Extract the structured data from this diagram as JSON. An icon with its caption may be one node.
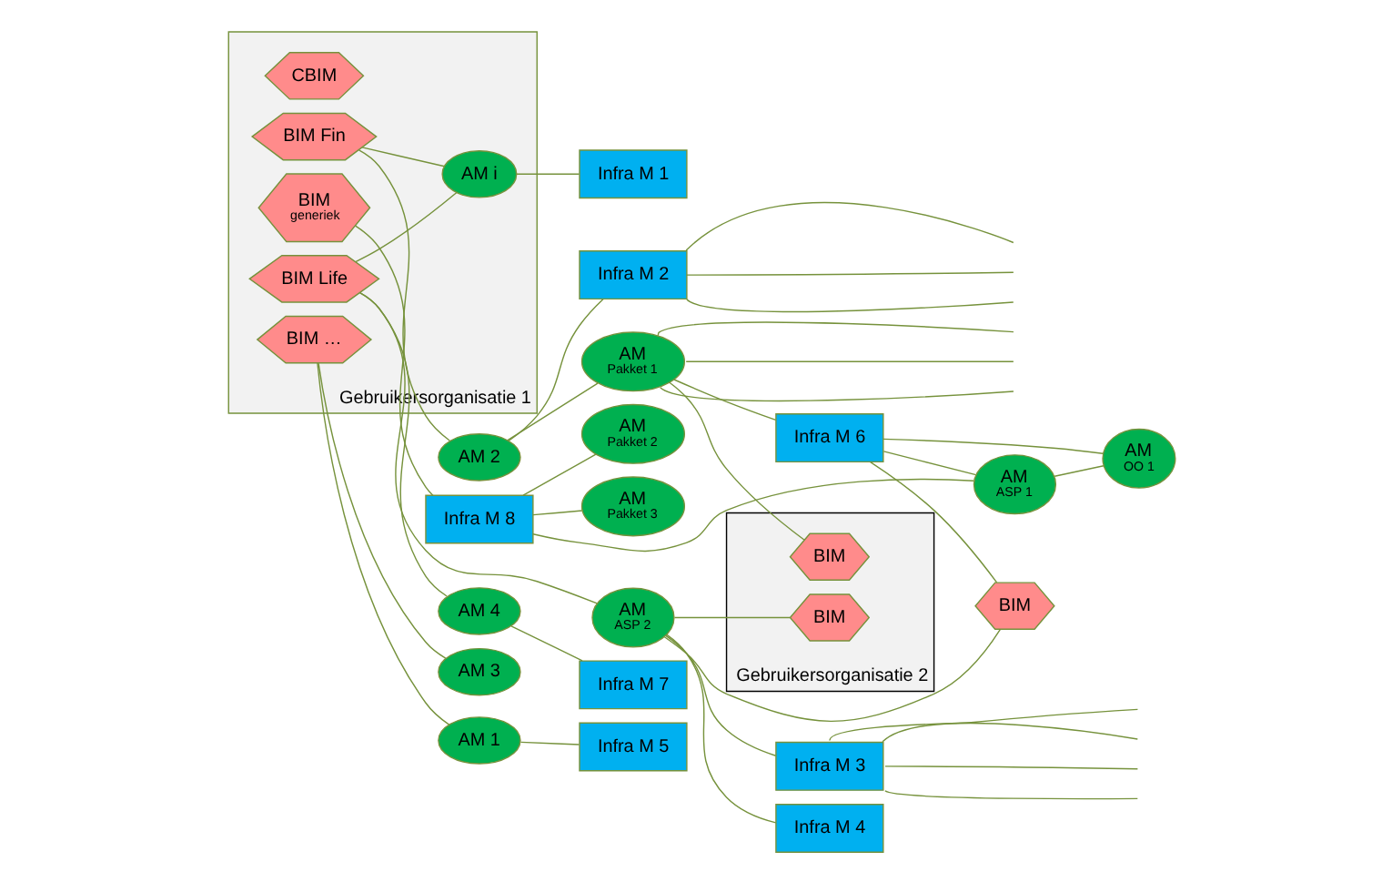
{
  "diagram": {
    "nodes": [
      {
        "text": [
          "Gebruikersorganisatie 1"
        ]
      },
      {
        "text": [
          "CBIM"
        ],
        "in": 0
      },
      {
        "text": [
          "BIM Fin"
        ],
        "in": 0
      },
      {
        "text": [
          "BIM Life"
        ],
        "in": 0
      },
      {
        "text": [
          "BIM …"
        ],
        "in": 0
      },
      {
        "text": [
          "BIM",
          "generiek"
        ],
        "in": 0
      },
      {
        "text": [
          "AM i"
        ],
        "in": 0
      },
      {
        "text": [
          "AM 2"
        ]
      },
      {
        "text": [
          "Infra M 2"
        ]
      },
      {
        "text": [
          "Infra M 1"
        ]
      },
      {
        "text": [
          "AM",
          "Pakket 1"
        ]
      },
      {
        "text": [
          "Infra M 3"
        ]
      },
      {
        "text": [
          "AM",
          "ASP 2"
        ]
      },
      {
        "text": [
          "Infra M 4"
        ]
      },
      {
        "text": [
          "AM 4"
        ]
      },
      {
        "text": [
          "Infra M 7"
        ]
      },
      {
        "text": [
          "AM 3"
        ]
      },
      {
        "text": [
          "Infra M 5"
        ]
      },
      {
        "text": [
          "AM 1"
        ]
      },
      {
        "text": [
          "Infra M 6"
        ]
      },
      {
        "text": [
          "Infra M 8"
        ]
      },
      {
        "text": [
          "AM",
          "ASP 1"
        ]
      },
      {
        "text": [
          "AM",
          "OO 1"
        ]
      },
      {
        "text": [
          "Gebruikersorganisatie 2"
        ]
      },
      {
        "text": [
          "BIM"
        ],
        "in": 23
      },
      {
        "text": [
          "BIM"
        ],
        "in": 23
      },
      {
        "text": [
          "BIM"
        ]
      },
      {
        "text": [
          "AM",
          "Pakket 3"
        ]
      },
      {
        "text": [
          "AM",
          "Pakket 2"
        ]
      }
    ],
    "edges": [
      {
        "from": 2,
        "to": 7,
        "arrow": "none"
      },
      {
        "from": 2,
        "to": 6,
        "arrow": "none"
      },
      {
        "from": 3,
        "to": 6,
        "arrow": "none"
      },
      {
        "from": 3,
        "to": 12,
        "arrow": "none"
      },
      {
        "from": 3,
        "to": 14,
        "arrow": "none"
      },
      {
        "from": 6,
        "to": 9,
        "arrow": "none"
      },
      {
        "from": 7,
        "to": 8,
        "arrow": "none"
      },
      {
        "from": 7,
        "to": 10,
        "arrow": "none"
      },
      {
        "from": 8,
        "to": null,
        "arrow": "none"
      },
      {
        "from": 8,
        "to": null,
        "arrow": "none"
      },
      {
        "from": 8,
        "to": null,
        "arrow": "none"
      },
      {
        "from": 10,
        "to": null,
        "arrow": "none"
      },
      {
        "from": 10,
        "to": null,
        "arrow": "none"
      },
      {
        "from": 10,
        "to": null,
        "arrow": "none"
      },
      {
        "from": 10,
        "to": 24,
        "arrow": "none"
      },
      {
        "from": 10,
        "to": 19,
        "arrow": "none"
      },
      {
        "from": 11,
        "to": null,
        "arrow": "none"
      },
      {
        "from": 11,
        "to": null,
        "arrow": "none"
      },
      {
        "from": 11,
        "to": null,
        "arrow": "none"
      },
      {
        "from": 11,
        "to": null,
        "arrow": "none"
      },
      {
        "from": 12,
        "to": 11,
        "arrow": "none"
      },
      {
        "from": 12,
        "to": 13,
        "arrow": "none"
      },
      {
        "from": 12,
        "to": 25,
        "arrow": "none"
      },
      {
        "from": 12,
        "to": 26,
        "arrow": "none"
      },
      {
        "from": 14,
        "to": 15,
        "arrow": "none"
      },
      {
        "from": 4,
        "to": 16,
        "arrow": "none"
      },
      {
        "from": 4,
        "to": 18,
        "arrow": "none"
      },
      {
        "from": 18,
        "to": 17,
        "arrow": "none"
      },
      {
        "from": 5,
        "to": 20,
        "arrow": "none"
      },
      {
        "from": 19,
        "to": 21,
        "arrow": "none"
      },
      {
        "from": 19,
        "to": 22,
        "arrow": "none"
      },
      {
        "from": 19,
        "to": 26,
        "arrow": "none"
      },
      {
        "from": 20,
        "to": 21,
        "arrow": "none"
      },
      {
        "from": 20,
        "to": 27,
        "arrow": "none"
      },
      {
        "from": 20,
        "to": 28,
        "arrow": "none"
      },
      {
        "from": 21,
        "to": 22,
        "arrow": "none"
      }
    ]
  }
}
